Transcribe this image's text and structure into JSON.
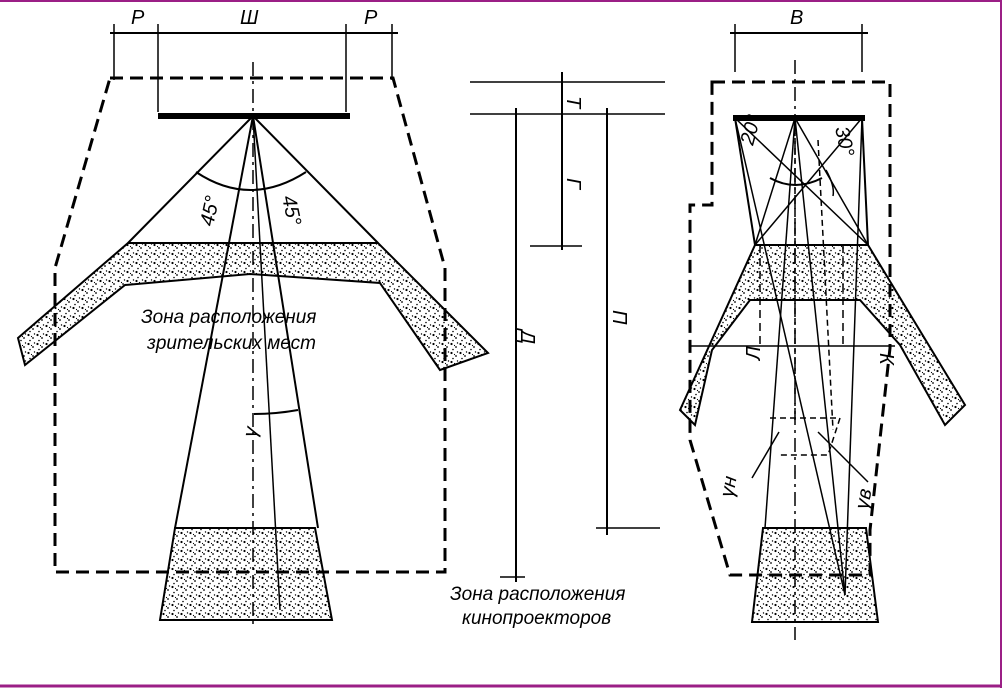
{
  "labels": {
    "p_left": "Р",
    "sh": "Ш",
    "p_right": "Р",
    "angle_left": "45°",
    "angle_right": "45°",
    "gamma": "γ",
    "t": "Т",
    "g": "Г",
    "d": "Д",
    "p_dim": "П",
    "v": "В",
    "angle_20": "20°",
    "angle_30": "30°",
    "l": "Л",
    "k": "К",
    "gamma_n": "γн",
    "gamma_v": "γв"
  },
  "captions": {
    "seats_line1": "Зона расположения",
    "seats_line2": "зрительских мест",
    "projectors_line1": "Зона расположения",
    "projectors_line2": "кинопроекторов"
  },
  "colors": {
    "ink": "#000000",
    "frame": "#9b1f86",
    "paper": "#ffffff"
  }
}
